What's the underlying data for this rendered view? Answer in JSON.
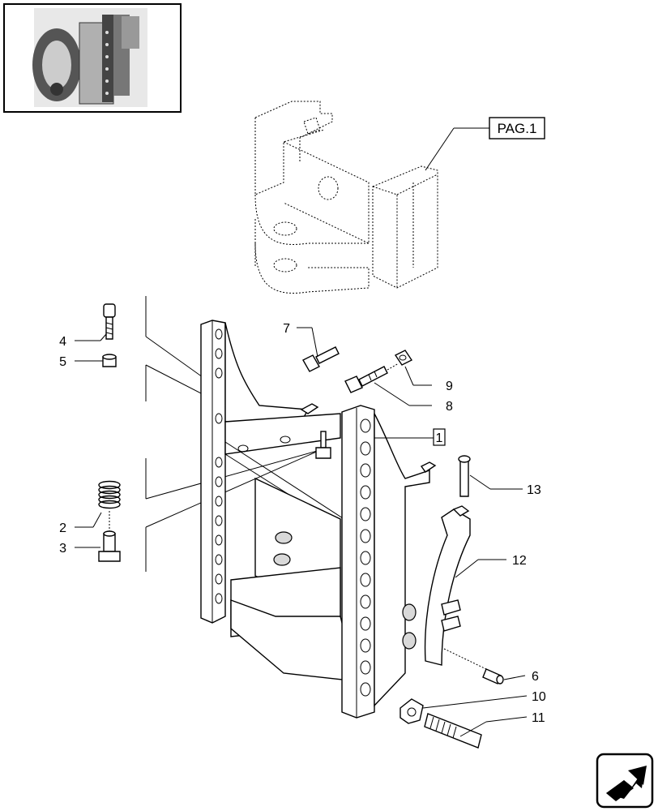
{
  "reference": {
    "label": "PAG.1"
  },
  "callouts": {
    "c1": "1",
    "c2": "2",
    "c3": "3",
    "c4": "4",
    "c5": "5",
    "c6": "6",
    "c7": "7",
    "c8": "8",
    "c9": "9",
    "c10": "10",
    "c11": "11",
    "c12": "12",
    "c13": "13"
  },
  "icons": {
    "thumbnail": "tractor-photo-thumbnail",
    "nav": "next-page-arrow-icon"
  }
}
